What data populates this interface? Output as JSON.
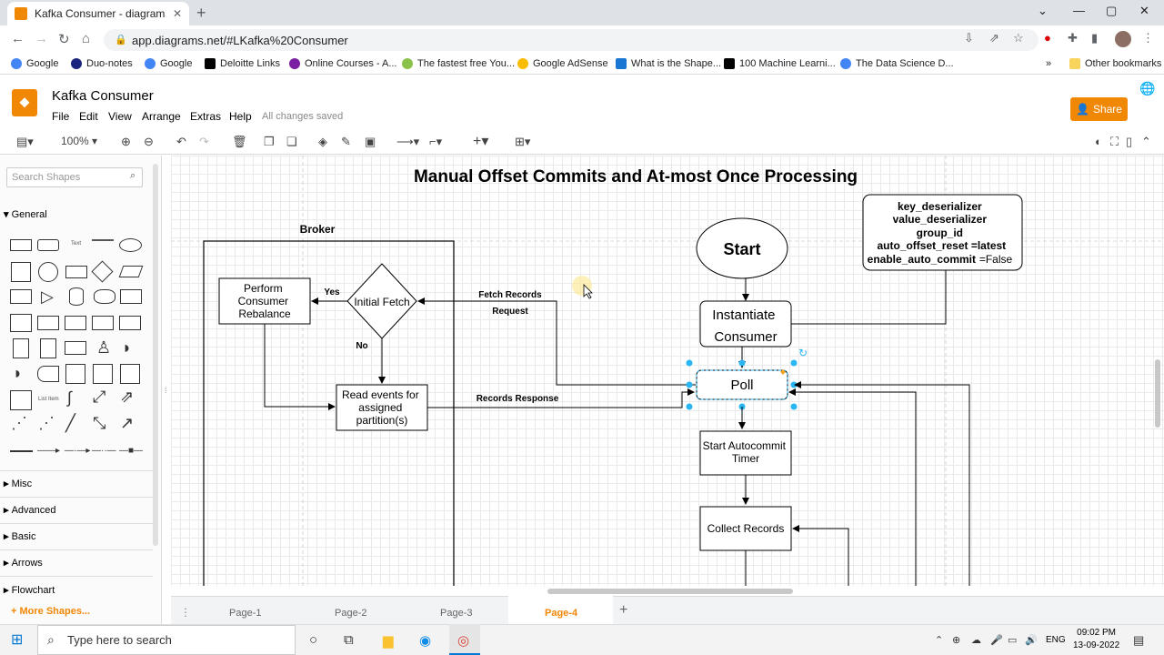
{
  "browser": {
    "tab_title": "Kafka Consumer - diagrams.net",
    "url": "app.diagrams.net/#LKafka%20Consumer",
    "bookmarks": [
      "Google",
      "Duo-notes",
      "Google",
      "Deloitte Links",
      "Online Courses - A...",
      "The fastest free You...",
      "Google AdSense",
      "What is the Shape...",
      "100 Machine Learni...",
      "The Data Science D..."
    ],
    "other_bookmarks": "Other bookmarks"
  },
  "app": {
    "title": "Kafka Consumer",
    "menu": [
      "File",
      "Edit",
      "View",
      "Arrange",
      "Extras",
      "Help"
    ],
    "save_status": "All changes saved",
    "share_label": "Share",
    "zoom": "100%"
  },
  "sidebar": {
    "search_placeholder": "Search Shapes",
    "categories": [
      "General",
      "Misc",
      "Advanced",
      "Basic",
      "Arrows",
      "Flowchart"
    ],
    "more_shapes": "+ More Shapes..."
  },
  "diagram": {
    "title": "Manual Offset Commits and At-most Once Processing",
    "broker_label": "Broker",
    "nodes": {
      "rebalance": "Perform Consumer Rebalance",
      "initial_fetch": "Initial Fetch",
      "read_events": "Read events for assigned partition(s)",
      "start": "Start",
      "instantiate": "Instantiate Consumer",
      "poll": "Poll",
      "autocommit": "Start Autocommit Timer",
      "collect": "Collect Records"
    },
    "config_lines": [
      "key_deserializer",
      "value_deserializer",
      "group_id",
      "auto_offset_reset =latest",
      "enable_auto_commit",
      "=False"
    ],
    "edge_labels": {
      "yes": "Yes",
      "no": "No",
      "fetch_records": "Fetch Records",
      "request": "Request",
      "records_response": "Records Response"
    }
  },
  "pages": [
    "Page-1",
    "Page-2",
    "Page-3",
    "Page-4"
  ],
  "taskbar": {
    "search_placeholder": "Type here to search",
    "lang": "ENG",
    "time": "09:02 PM",
    "date": "13-09-2022"
  }
}
